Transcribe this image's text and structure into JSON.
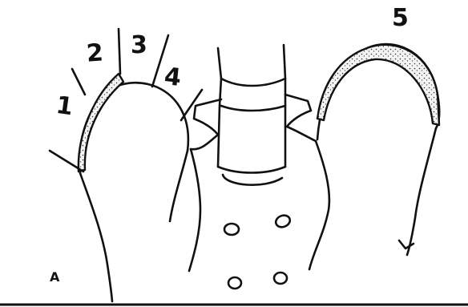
{
  "figure": {
    "panel_label": "A",
    "callouts": [
      "1",
      "2",
      "3",
      "4",
      "5"
    ]
  }
}
